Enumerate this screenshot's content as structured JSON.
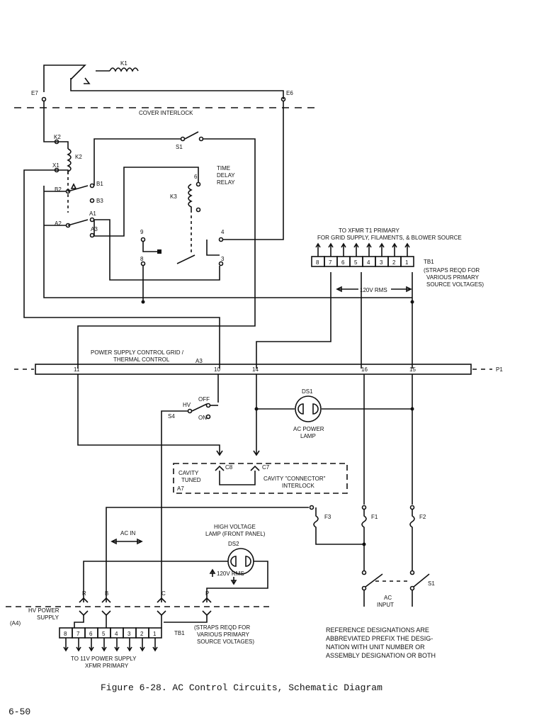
{
  "labels": {
    "k1": "K1",
    "e7": "E7",
    "e6": "E6",
    "cover_interlock": "COVER INTERLOCK",
    "k2_top": "K2",
    "k2_coil": "K2",
    "x1": "X1",
    "b1": "B1",
    "b2": "B2",
    "b3": "B3",
    "a1": "A1",
    "a2": "A2",
    "a3": "A3",
    "s1_top": "S1",
    "time_delay_relay_1": "TIME",
    "time_delay_relay_2": "DELAY",
    "time_delay_relay_3": "RELAY",
    "k3": "K3",
    "t6": "6",
    "t9": "9",
    "t4": "4",
    "t8": "8",
    "t3": "3",
    "xfmr_t1_1": "TO XFMR T1 PRIMARY",
    "xfmr_t1_2": "FOR GRID SUPPLY, FILAMENTS, & BLOWER SOURCE",
    "tb1_top": "TB1",
    "straps_1": "(STRAPS REQD FOR",
    "straps_2": "VARIOUS PRIMARY",
    "straps_3": "SOURCE VOLTAGES)",
    "rms_top": "120V RMS",
    "psc_1": "POWER SUPPLY CONTROL GRID /",
    "psc_2": "THERMAL CONTROL",
    "a3_board": "A3",
    "p1": "P1",
    "pin11": "11",
    "pin10": "10",
    "pin14": "14",
    "pin16": "16",
    "pin15": "15",
    "ds1": "DS1",
    "ac_power_1": "AC POWER",
    "ac_power_2": "LAMP",
    "hv": "HV",
    "off": "OFF",
    "s4": "S4",
    "on": "ON",
    "cavity_1": "CAVITY",
    "cavity_2": "TUNED",
    "c8": "C8",
    "c7": "C7",
    "connector_1": "CAVITY \"CONNECTOR\"",
    "connector_2": "INTERLOCK",
    "a7": "A7",
    "f3": "F3",
    "f1": "F1",
    "f2": "F2",
    "ac_in": "AC IN",
    "hvl_1": "HIGH VOLTAGE",
    "hvl_2": "LAMP (FRONT PANEL)",
    "ds2": "DS2",
    "rms_bottom": "120V RMS",
    "s1_bottom": "S1",
    "ac_input_1": "AC",
    "ac_input_2": "INPUT",
    "pin_r": "R",
    "pin_b": "B",
    "pin_c": "C",
    "pin_p": "P",
    "hvps_1": "HV POWER",
    "hvps_2": "SUPPLY",
    "a4": "(A4)",
    "tb1_bottom": "TB1",
    "straps_b1": "(STRAPS REQD FOR",
    "straps_b2": "VARIOUS PRIMARY",
    "straps_b3": "SOURCE VOLTAGES)",
    "hvxfmr_1": "TO 11V POWER SUPPLY",
    "hvxfmr_2": "XFMR PRIMARY",
    "ref_1": "REFERENCE DESIGNATIONS ARE",
    "ref_2": "ABBREVIATED PREFIX THE DESIG-",
    "ref_3": "NATION WITH UNIT NUMBER OR",
    "ref_4": "ASSEMBLY DESIGNATION OR BOTH"
  },
  "terminals_top": [
    "8",
    "7",
    "6",
    "5",
    "4",
    "3",
    "2",
    "1"
  ],
  "terminals_bottom": [
    "8",
    "7",
    "6",
    "5",
    "4",
    "3",
    "2",
    "1"
  ],
  "caption": "Figure 6-28.  AC Control Circuits, Schematic Diagram",
  "page_number": "6-50"
}
